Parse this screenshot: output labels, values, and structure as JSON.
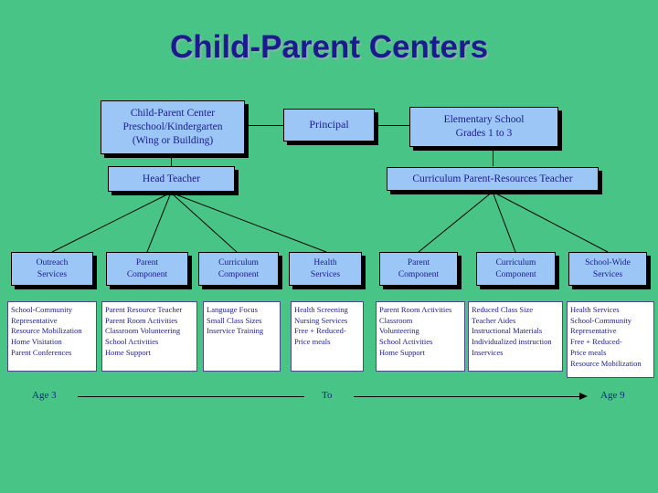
{
  "slide": {
    "title": "Child-Parent Centers",
    "background_color": "#48c586",
    "box_fill_color": "#9bc6f5",
    "text_color": "#1b1b8f"
  },
  "org": {
    "center_box": "Child-Parent Center\nPreschool/Kindergarten\n(Wing or Building)",
    "center_box_lines": [
      "Child-Parent Center",
      "Preschool/Kindergarten",
      "(Wing or Building)"
    ],
    "principal_box": "Principal",
    "elementary_box_lines": [
      "Elementary School",
      "Grades 1 to 3"
    ],
    "head_teacher_box": "Head Teacher",
    "curriculum_teacher_box": "Curriculum Parent-Resources Teacher"
  },
  "components": [
    {
      "title_lines": [
        "Outreach",
        "Services"
      ],
      "details": "School-Community\n  Representative\nResource Mobilization\nHome Visitation\nParent Conferences"
    },
    {
      "title_lines": [
        "Parent",
        "Component"
      ],
      "details": "Parent Resource Teacher\nParent Room Activities\nClassroom Volunteering\nSchool Activities\nHome Support"
    },
    {
      "title_lines": [
        "Curriculum",
        "Component"
      ],
      "details": "Language Focus\nSmall Class Sizes\nInservice Training"
    },
    {
      "title_lines": [
        "Health",
        "Services"
      ],
      "details": "Health Screening\nNursing Services\nFree + Reduced-\n    Price meals"
    },
    {
      "title_lines": [
        "Parent",
        "Component"
      ],
      "details": "Parent Room Activities\nClassroom\nVolunteering\nSchool Activities\nHome Support"
    },
    {
      "title_lines": [
        "Curriculum",
        "Component"
      ],
      "details": "Reduced Class Size\nTeacher Aides\nInstructional Materials\nIndividualized instruction\nInservices"
    },
    {
      "title_lines": [
        "School-Wide",
        "Services"
      ],
      "details": "Health Services\nSchool-Community\n   Representative\nFree + Reduced-\n   Price meals\nResource Mobilization"
    }
  ],
  "timeline": {
    "start_label": "Age 3",
    "middle_label": "To",
    "end_label": "Age 9"
  }
}
